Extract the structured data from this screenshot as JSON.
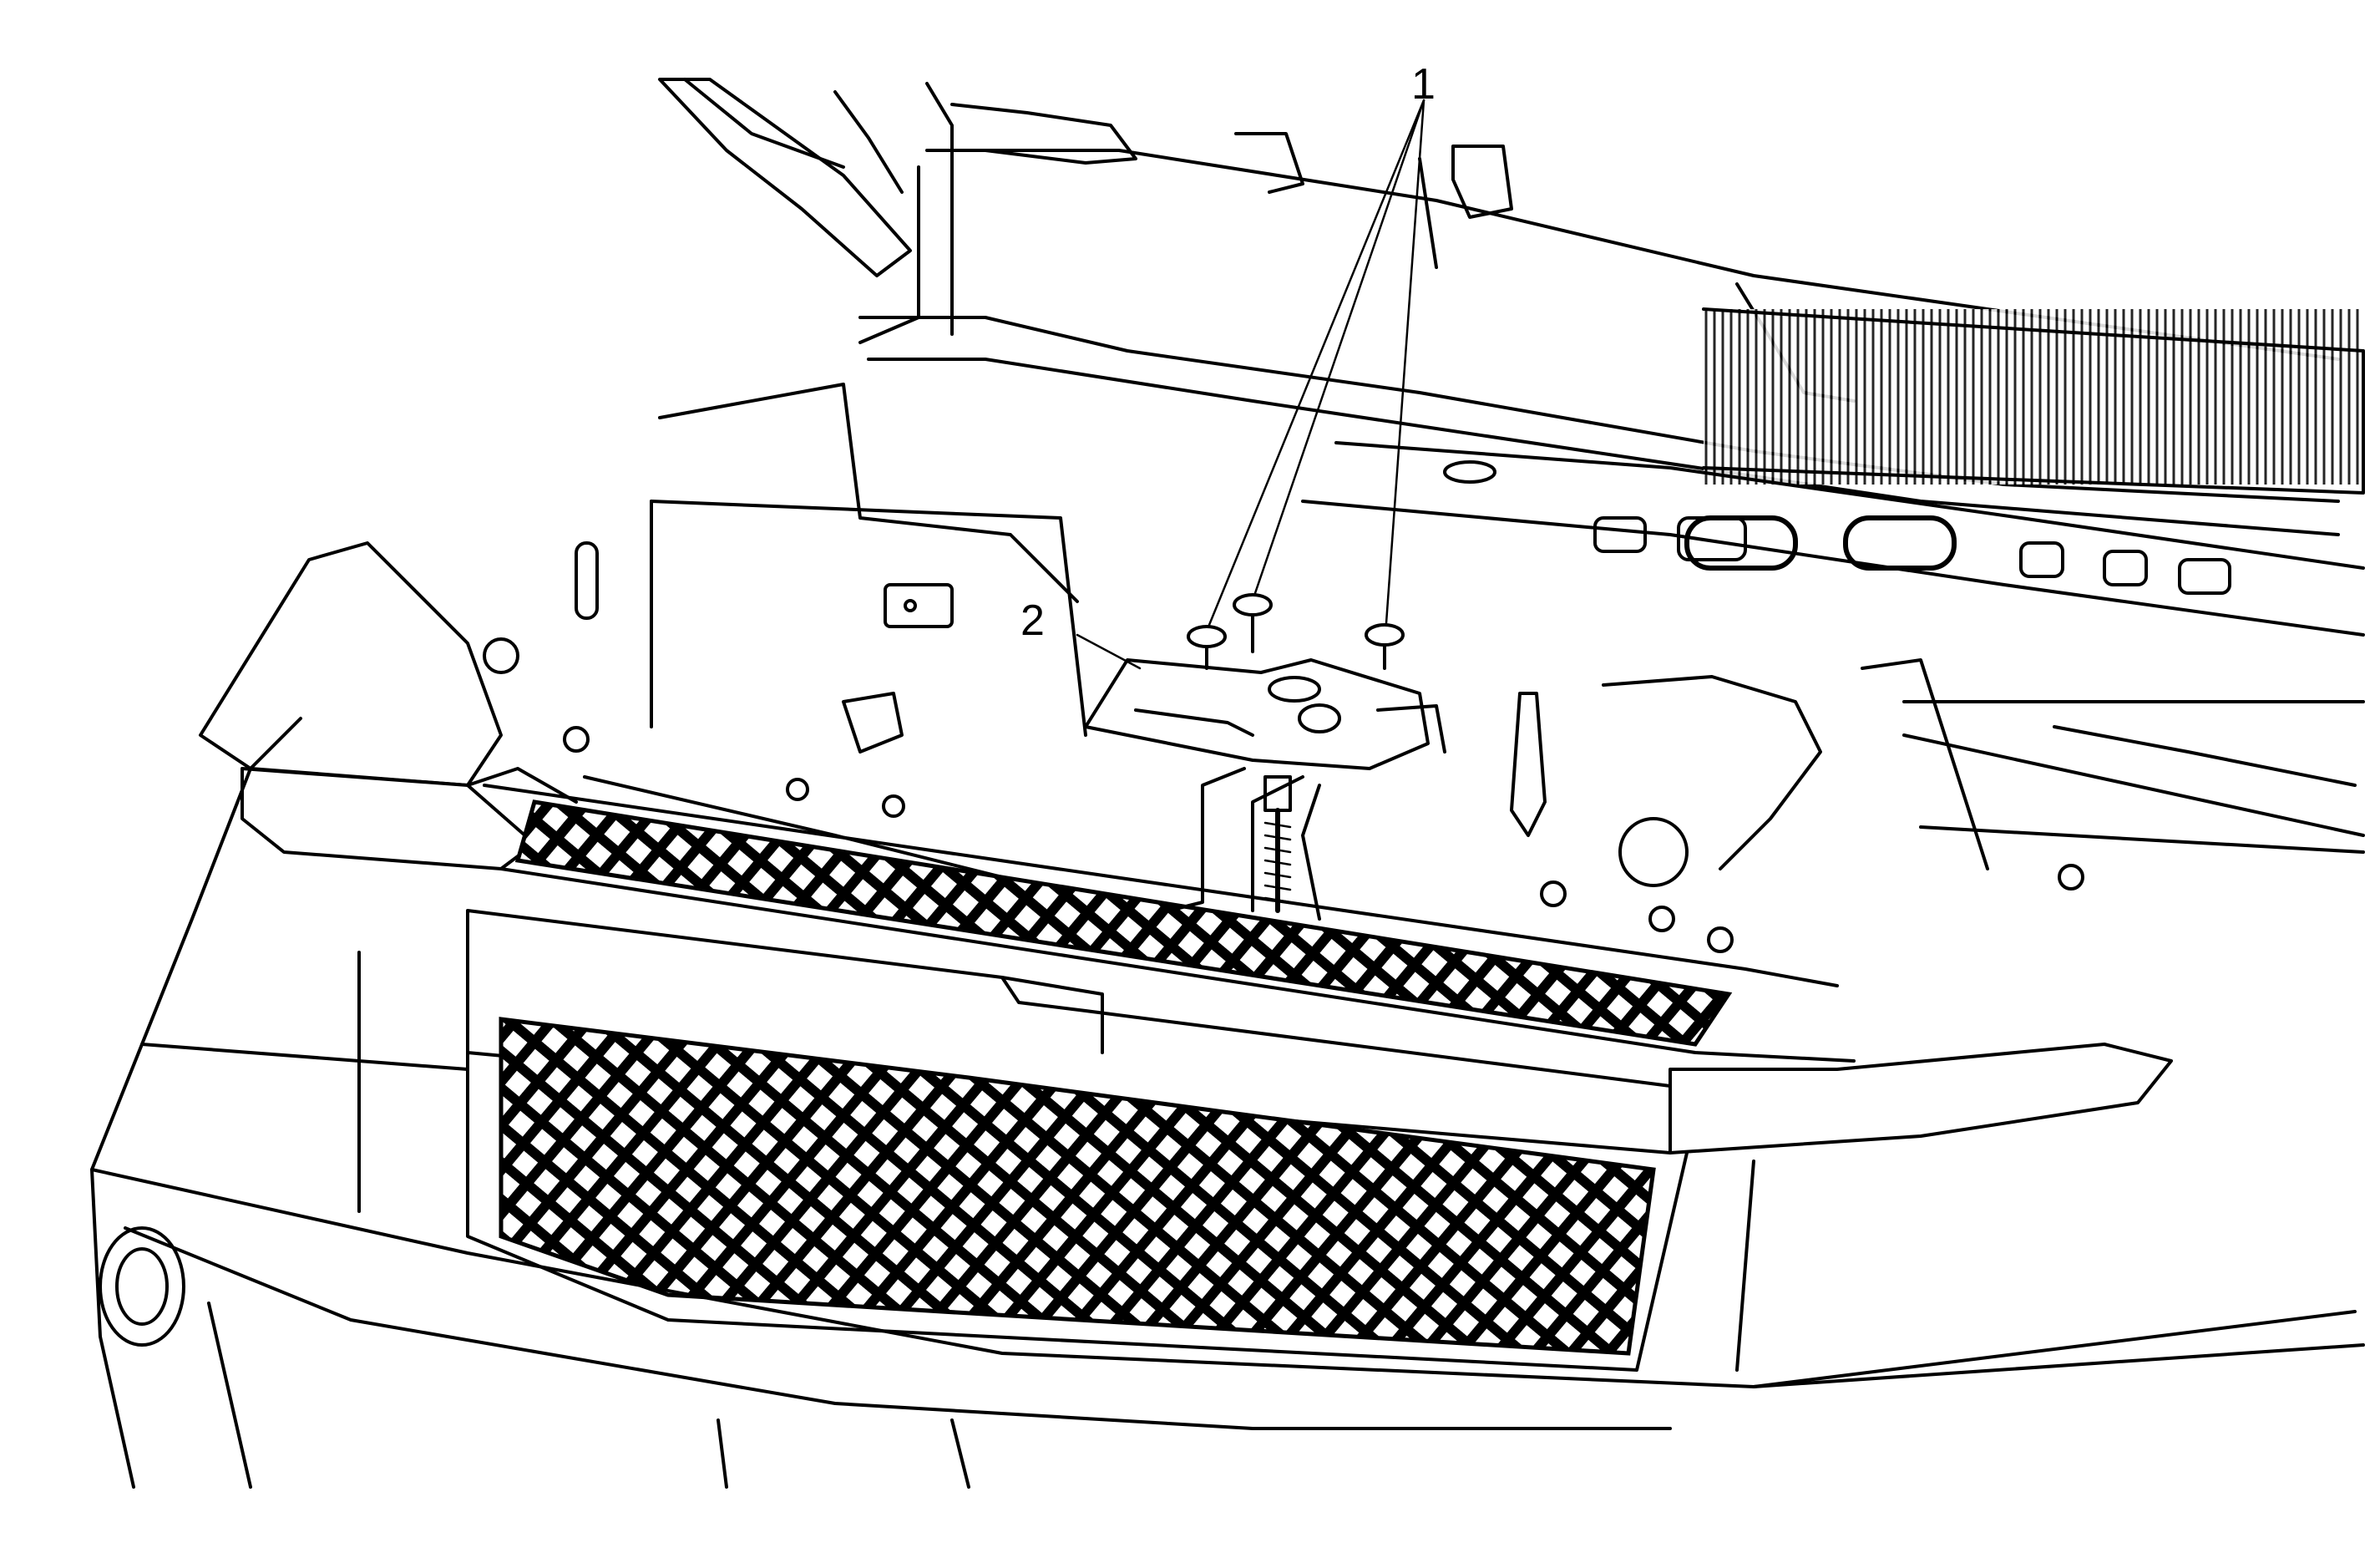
{
  "callouts": [
    {
      "id": "1",
      "label": "1"
    },
    {
      "id": "2",
      "label": "2"
    }
  ],
  "icons": {
    "mesh": "grille-mesh-pattern",
    "fastener": "bolt-icon",
    "bracket": "latch-bracket-icon"
  },
  "colors": {
    "line": "#000000",
    "background": "#ffffff"
  }
}
